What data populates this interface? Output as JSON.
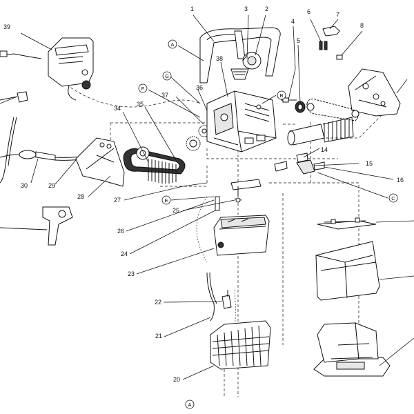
{
  "labels": {
    "p1": "1",
    "p2": "2",
    "p3": "3",
    "p4": "4",
    "p5": "5",
    "p6": "6",
    "p7": "7",
    "p8": "8",
    "p14": "14",
    "p15": "15",
    "p16": "16",
    "p20": "20",
    "p21": "21",
    "p22": "22",
    "p23": "23",
    "p24": "24",
    "p25": "25",
    "p26": "26",
    "p27": "27",
    "p28": "28",
    "p29": "29",
    "p30": "30",
    "p34": "34",
    "p35": "35",
    "p36": "36",
    "p37": "37",
    "p38": "38",
    "p39": "39"
  },
  "refs": {
    "a_top": "A",
    "a_bottom": "A",
    "b": "B",
    "c": "C",
    "e": "E",
    "f": "F",
    "g": "G"
  }
}
